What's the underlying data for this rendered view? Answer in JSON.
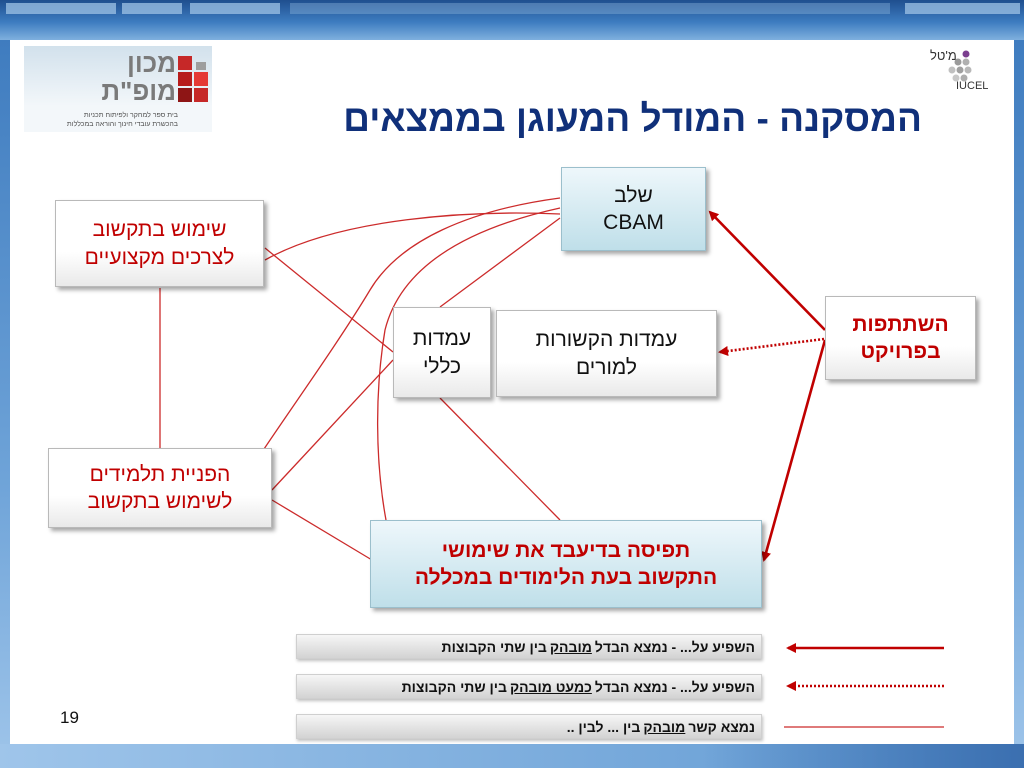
{
  "logo_left": {
    "name_line1": "מכון",
    "name_line2": "מופ\"ת",
    "tagline1": "בית ספר למחקר ולפיתוח תכניות",
    "tagline2": "בהכשרת עובדי חינוך והוראה במכללות"
  },
  "logo_right": {
    "hebrew": "מ'טל",
    "latin": "IUCEL"
  },
  "title": "המסקנה - המודל המעוגן בממצאים",
  "boxes": {
    "cbam_line1": "שלב",
    "cbam_line2": "CBAM",
    "prof_use_line1": "שימוש בתקשוב",
    "prof_use_line2": "לצרכים מקצועיים",
    "general_attitudes_line1": "עמדות",
    "general_attitudes_line2": "כללי",
    "teacher_attitudes_line1": "עמדות הקשורות",
    "teacher_attitudes_line2": "למורים",
    "participation_line1": "השתתפות",
    "participation_line2": "בפרויקט",
    "students_line1": "הפניית תלמידים",
    "students_line2": "לשימוש בתקשוב",
    "perception_line1": "תפיסה בדיעבד את שימושי",
    "perception_line2": "התקשוב בעת הלימודים במכללה"
  },
  "legend": [
    {
      "before": "השפיע על... - נמצא הבדל",
      "underlined": "מובהק",
      "after": "בין שתי הקבוצות"
    },
    {
      "before": "השפיע על... - נמצא הבדל",
      "underlined": "כמעט מובהק",
      "after": "בין שתי הקבוצות"
    },
    {
      "before": "נמצא קשר",
      "underlined": "מובהק",
      "after": "בין ... לבין .."
    }
  ],
  "page_number": "19",
  "colors": {
    "title": "#10307a",
    "accent_red": "#c00000",
    "line_red": "#cc2b2b"
  }
}
